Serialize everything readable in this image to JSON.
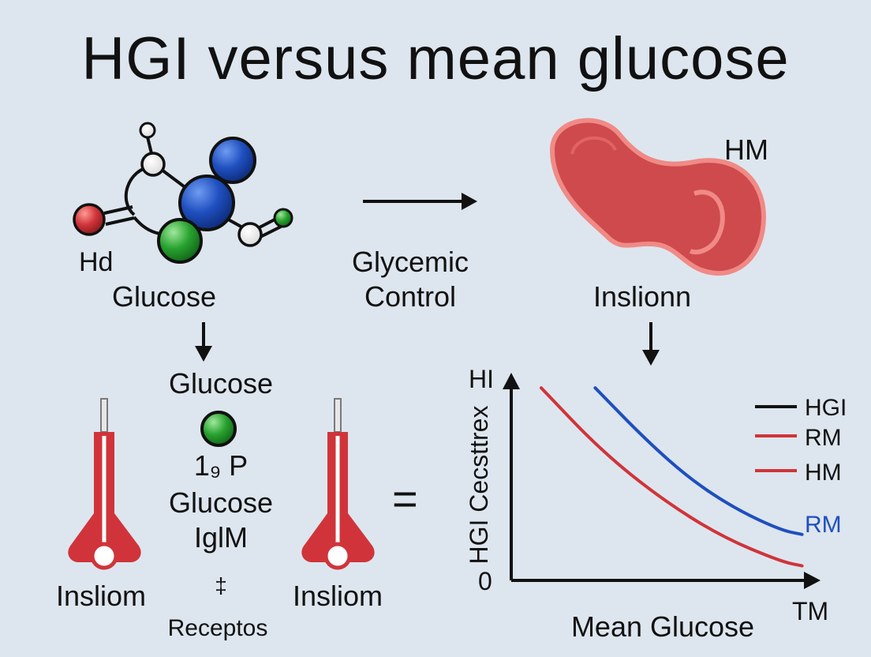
{
  "title": "HGI versus mean glucose",
  "molecule": {
    "small_label": "Hd",
    "label": "Glucose"
  },
  "middle": {
    "line1": "Glycemic",
    "line2": "Control"
  },
  "organ": {
    "corner_label": "HM",
    "label": "Inslionn"
  },
  "center_stack": {
    "label_top": "Glucose",
    "label_ratio": "1₉ P",
    "label_glucose": "Glucose",
    "label_iglm": "IglM",
    "symbol": "‡",
    "label_receptor": "Receptos"
  },
  "receptors": {
    "left_label": "Insliom",
    "right_label": "Insliom"
  },
  "equals_symbol": "=",
  "chart_data": {
    "type": "line",
    "ylabel_top": "HI",
    "ylabel": "HGI Cecsttrex",
    "xlabel": "Mean Glucose",
    "x_axis_end_label": "TM",
    "y_zero_label": "0",
    "xlim": [
      0,
      10
    ],
    "ylim": [
      0,
      10
    ],
    "legend": [
      {
        "name": "HGI",
        "color": "#111111"
      },
      {
        "name": "RM",
        "color": "#d0343a"
      },
      {
        "name": "HM",
        "color": "#d0343a"
      }
    ],
    "series_label": {
      "text": "RM",
      "color": "#1f4fbf"
    },
    "series": [
      {
        "color": "#d0343a",
        "x": [
          1.0,
          3.0,
          5.0,
          7.0,
          9.0,
          9.7
        ],
        "y": [
          9.2,
          6.2,
          3.9,
          2.1,
          0.9,
          0.7
        ]
      },
      {
        "color": "#1f4fbf",
        "x": [
          2.8,
          4.5,
          6.0,
          7.5,
          9.0,
          9.7
        ],
        "y": [
          9.2,
          6.7,
          4.8,
          3.4,
          2.4,
          2.2
        ]
      }
    ]
  },
  "colors": {
    "background": "#dde6ee",
    "red": "#d0343a",
    "blue": "#1f4fbf",
    "green": "#28a22f",
    "organ": "#cf4a4c",
    "organ_edge": "#f08a86"
  }
}
